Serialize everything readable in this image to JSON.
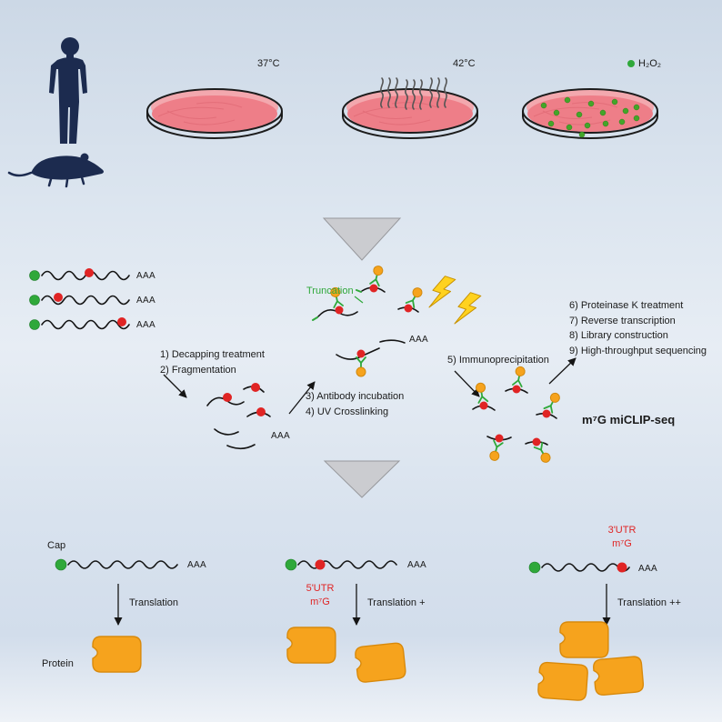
{
  "title": "m⁷G miCLIP-seq",
  "dishes": {
    "dish1_label": "37°C",
    "dish2_label": "42°C",
    "dish3_label": "H₂O₂"
  },
  "steps": {
    "decap_frag": "1) Decapping treatment\n2) Fragmentation",
    "antibody_uv": "3) Antibody incubation\n4) UV Crosslinking",
    "ip": "5) Immunoprecipitation",
    "final": "6) Proteinase K treatment\n7) Reverse transcription\n8) Library construction\n9) High-throughput sequencing"
  },
  "labels": {
    "truncation": "Truncation",
    "aaa": "AAA",
    "cap": "Cap",
    "protein": "Protein",
    "utr5": "5'UTR\nm⁷G",
    "utr3": "3'UTR\nm⁷G",
    "translation": "Translation",
    "translation_plus": "Translation +",
    "translation_plusplus": "Translation ++"
  },
  "colors": {
    "red": "#e02424",
    "green": "#2fa83a",
    "orange": "#f6a31d",
    "yellow": "#ffd21f",
    "navy": "#1c2b4f",
    "dish-pink": "#ee7e88"
  }
}
